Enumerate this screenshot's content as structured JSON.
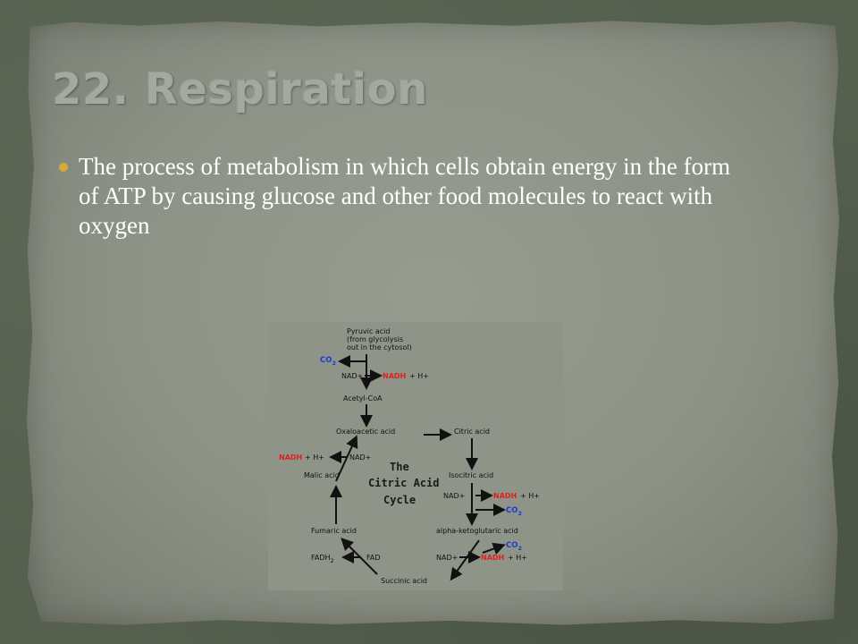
{
  "slide": {
    "title": "22. Respiration",
    "bullet": "The process of metabolism in which cells obtain energy in the form of ATP by causing glucose and other food molecules to react with oxygen"
  },
  "diagram": {
    "pyruvic": "Pyruvic acid",
    "from_glycolysis": "(from glycolysis",
    "out_in_cytosol": "out in the cytosol)",
    "co2_top": "CO",
    "co2_sub": "2",
    "nad_plus": "NAD+",
    "nadh": "NADH",
    "plus_h": "+ H+",
    "acetyl_coa": "Acetyl-CoA",
    "oxaloacetic": "Oxaloacetic acid",
    "citric": "Citric acid",
    "malic": "Malic acid",
    "isocitric": "Isocitric acid",
    "cycle_line1": "The",
    "cycle_line2": "Citric Acid",
    "cycle_line3": "Cycle",
    "fumaric": "Fumaric acid",
    "alpha_keto": "alpha-ketoglutaric acid",
    "fadh2": "FADH",
    "fadh2_sub": "2",
    "fad": "FAD",
    "succinic": "Succinic acid"
  },
  "colors": {
    "bullet": "#d6a93d",
    "nadh": "#e0201a",
    "co2": "#1a3ad8",
    "title": "#a4a89d"
  }
}
